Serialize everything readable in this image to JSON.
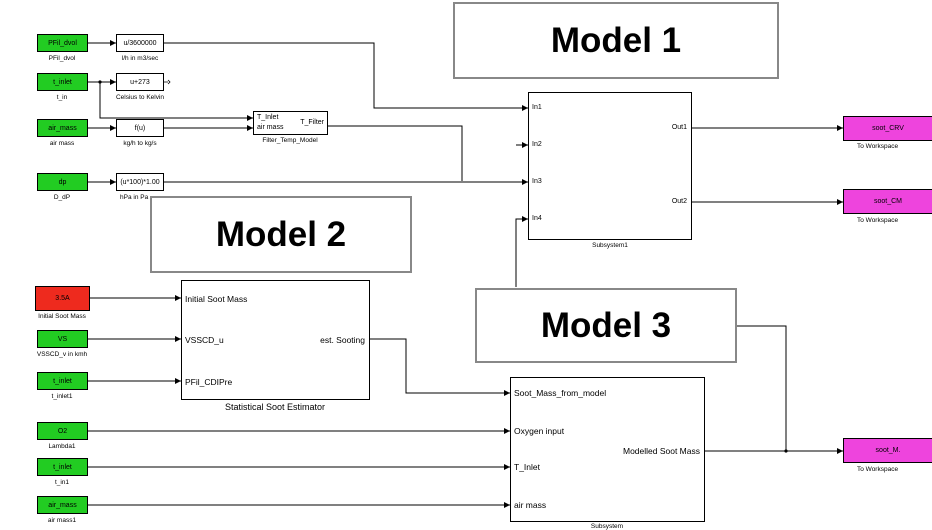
{
  "model_boxes": {
    "model1": "Model 1",
    "model2": "Model 2",
    "model3": "Model 3"
  },
  "sources": {
    "pfil_dvol": {
      "text": "PFil_dvol",
      "caption": "PFil_dvol"
    },
    "t_inlet_top": {
      "text": "t_inlet",
      "caption": "t_in"
    },
    "air_mass_top": {
      "text": "air_mass",
      "caption": "air mass"
    },
    "dp": {
      "text": "dp",
      "caption": "D_dP"
    },
    "initial_soot": {
      "text": "3.5A",
      "caption": "Initial Soot Mass"
    },
    "vs": {
      "text": "VS",
      "caption": "VSSCD_v in kmh"
    },
    "t_inlet_mid": {
      "text": "t_inlet",
      "caption": "t_inlet1"
    },
    "o2": {
      "text": "O2",
      "caption": "Lambda1"
    },
    "t_inlet_low": {
      "text": "t_inlet",
      "caption": "t_in1"
    },
    "air_mass_low": {
      "text": "air_mass",
      "caption": "air mass1"
    }
  },
  "converters": {
    "lh_to_m3s": {
      "text": "u/3600000",
      "caption": "l/h in m3/sec"
    },
    "c_to_k": {
      "text": "u+273",
      "caption": "Celsius to Kelvin"
    },
    "kgh_to_kgs": {
      "text": "f(u)",
      "caption": "kg/h to kg/s"
    },
    "hpa_to_pa": {
      "text": "(u*100)*1.00",
      "caption": "hPa in Pa"
    }
  },
  "filter_model": {
    "inputs": [
      "T_Inlet",
      "air mass"
    ],
    "output": "T_Filter",
    "caption": "Filter_Temp_Model"
  },
  "subsystem1": {
    "inputs": [
      "In1",
      "In2",
      "In3",
      "In4"
    ],
    "outputs": [
      "Out1",
      "Out2"
    ],
    "caption": "Subsystem1"
  },
  "estimator": {
    "inputs": [
      "Initial Soot Mass",
      "VSSCD_u",
      "PFil_CDIPre"
    ],
    "output": "est. Sooting",
    "caption": "Statistical Soot Estimator"
  },
  "subsystem2": {
    "inputs": [
      "Soot_Mass_from_model",
      "Oxygen input",
      "T_Inlet",
      "air mass"
    ],
    "output": "Modelled Soot Mass",
    "caption": "Subsystem"
  },
  "sinks": {
    "soot_crv": {
      "text": "soot_CRV",
      "caption": "To Workspace"
    },
    "soot_cm": {
      "text": "soot_CM",
      "caption": "To Workspace"
    },
    "soot_m": {
      "text": "soot_M.",
      "caption": "To Workspace"
    }
  },
  "colors": {
    "source": "#22cc22",
    "initial_source": "#ee2a1e",
    "sink": "#ee44dd",
    "wire": "#000000",
    "model_border": "#888888"
  }
}
